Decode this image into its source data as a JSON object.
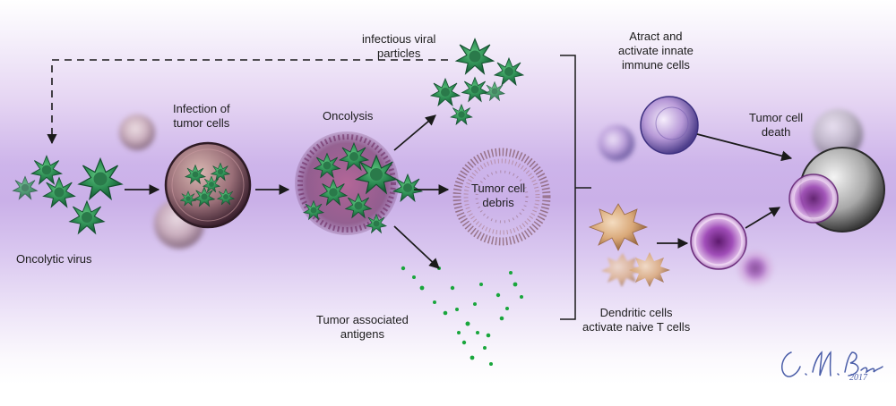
{
  "labels": {
    "oncolytic_virus": "Oncolytic virus",
    "infection_l1": "Infection of",
    "infection_l2": "tumor cells",
    "oncolysis": "Oncolysis",
    "viral_particles_l1": "infectious viral",
    "viral_particles_l2": "particles",
    "debris_l1": "Tumor cell",
    "debris_l2": "debris",
    "antigens_l1": "Tumor associated",
    "antigens_l2": "antigens",
    "innate_l1": "Atract and",
    "innate_l2": "activate innate",
    "innate_l3": "immune cells",
    "death_l1": "Tumor cell",
    "death_l2": "death",
    "dendritic_l1": "Dendritic cells",
    "dendritic_l2": "activate naive T cells"
  },
  "signature": {
    "name": "C. M. Brown",
    "year": "2017"
  },
  "colors": {
    "virus": "#2f8f55",
    "virus_dark": "#16603a",
    "tumor_cell": "#8a5a6e",
    "immune_cell": "#7e55b8",
    "t_cell": "#8d3fa0",
    "antigen": "#19a63c",
    "dendritic": "#d9a878",
    "arrow": "#1a1a1a",
    "signature": "#4a5da8"
  }
}
